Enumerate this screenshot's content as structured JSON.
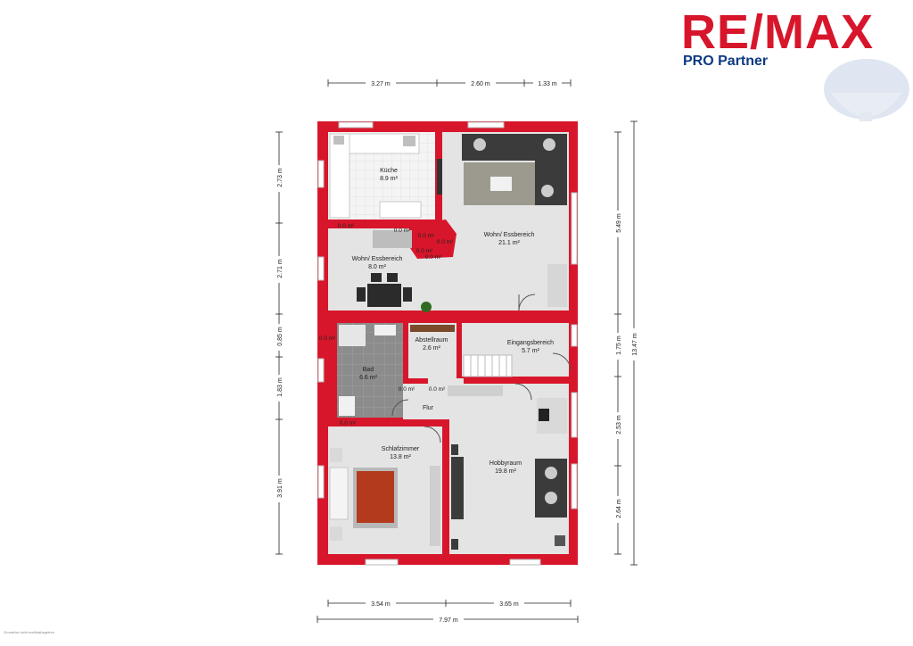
{
  "brand": {
    "name": "RE/MAX",
    "tagline": "PRO Partner",
    "colors": {
      "red": "#d8162b",
      "blue": "#0d3a82",
      "wall": "#d8162b"
    }
  },
  "rooms": [
    {
      "id": "kueche",
      "name": "Küche",
      "area": "8.9 m²"
    },
    {
      "id": "wohn-ess-1",
      "name": "Wohn/ Essbereich",
      "area": "21.1 m²"
    },
    {
      "id": "wohn-ess-2",
      "name": "Wohn/ Essbereich",
      "area": "8.0 m²"
    },
    {
      "id": "abstellraum",
      "name": "Abstellraum",
      "area": "2.6 m²"
    },
    {
      "id": "eingangsbereich",
      "name": "Eingangsbereich",
      "area": "5.7 m²"
    },
    {
      "id": "bad",
      "name": "Bad",
      "area": "6.6 m²"
    },
    {
      "id": "flur",
      "name": "Flur",
      "area": ""
    },
    {
      "id": "schlafzimmer",
      "name": "Schlafzimmer",
      "area": "13.8 m²"
    },
    {
      "id": "hobbyraum",
      "name": "Hobbyraum",
      "area": "19.8 m²"
    }
  ],
  "small_areas": [
    "0.0 m²",
    "0.0 m²",
    "0.0 m²",
    "0.0 m²",
    "0.0 m²",
    "0.0 m²",
    "0.0 m²",
    "0.0 m²",
    "0.0 m²",
    "0.0 m²"
  ],
  "dimensions": {
    "top": [
      "3.27 m",
      "2.60 m",
      "1.33 m"
    ],
    "left": [
      "2.73 m",
      "2.71 m",
      "0.85 m",
      "1.83 m",
      "3.91 m"
    ],
    "right_inner": [
      "5.49 m",
      "1.75 m",
      "2.53 m",
      "2.64 m"
    ],
    "right_total": "13.47 m",
    "bottom": [
      "3.54 m",
      "3.65 m"
    ],
    "bottom_total": "7.97 m"
  },
  "credit": "Grundriss nicht maßstabsgetreu"
}
